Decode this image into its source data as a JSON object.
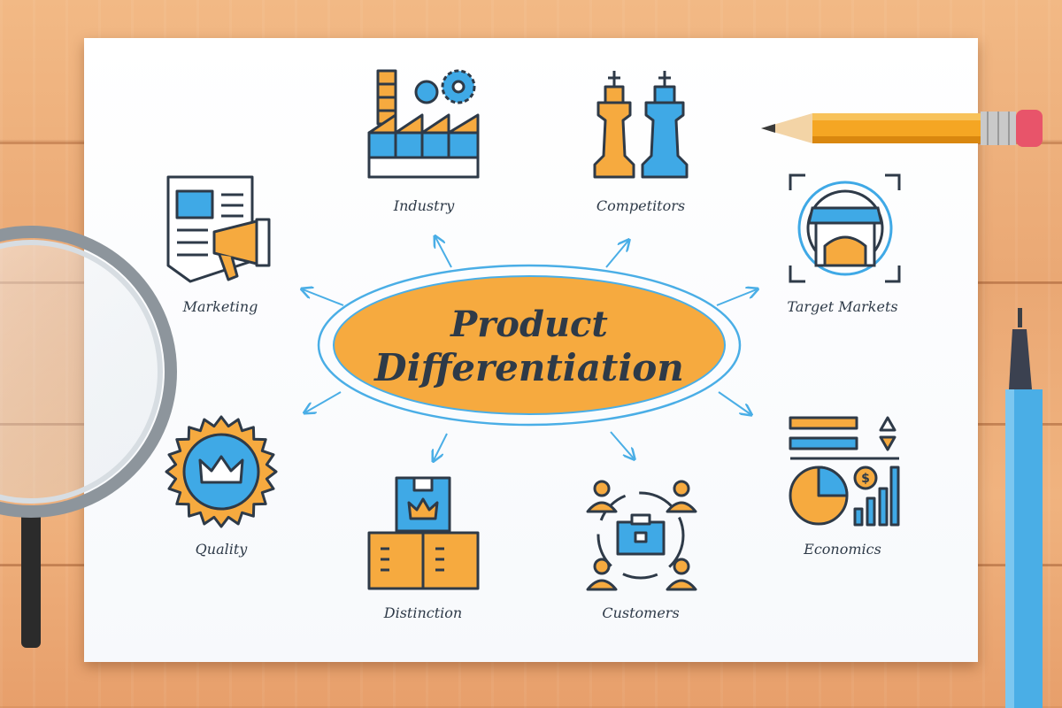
{
  "title": {
    "line1": "Product",
    "line2": "Differentiation"
  },
  "nodes": {
    "industry": "Industry",
    "competitors": "Competitors",
    "target_markets": "Target Markets",
    "marketing": "Marketing",
    "quality": "Quality",
    "distinction": "Distinction",
    "customers": "Customers",
    "economics": "Economics"
  },
  "icon_labels": {
    "dollar": "$"
  },
  "colors": {
    "orange": "#f6aa3f",
    "blue": "#3fa9e6",
    "outline": "#2e3a48",
    "ring": "#4aaee6"
  }
}
